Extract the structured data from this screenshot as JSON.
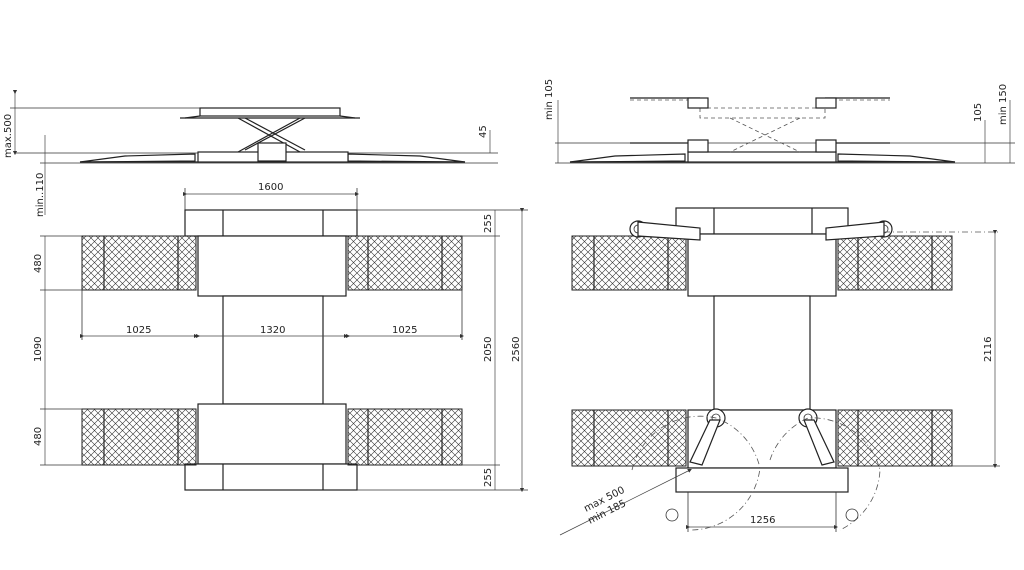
{
  "dimensions": {
    "max_500": "max.500",
    "min_110": "min..110",
    "d45": "45",
    "d1600": "1600",
    "d255_top": "255",
    "d480_top": "480",
    "d1090": "1090",
    "d480_bottom": "480",
    "d1025_left": "1025",
    "d1320": "1320",
    "d1025_right": "1025",
    "d2050": "2050",
    "d2560": "2560",
    "d255_bottom": "255",
    "min_105_left": "min 105",
    "d105_right": "105",
    "min_150": "min 150",
    "d2116": "2116",
    "arm_max": "max 500",
    "arm_min": "min 185",
    "d1256": "1256"
  }
}
